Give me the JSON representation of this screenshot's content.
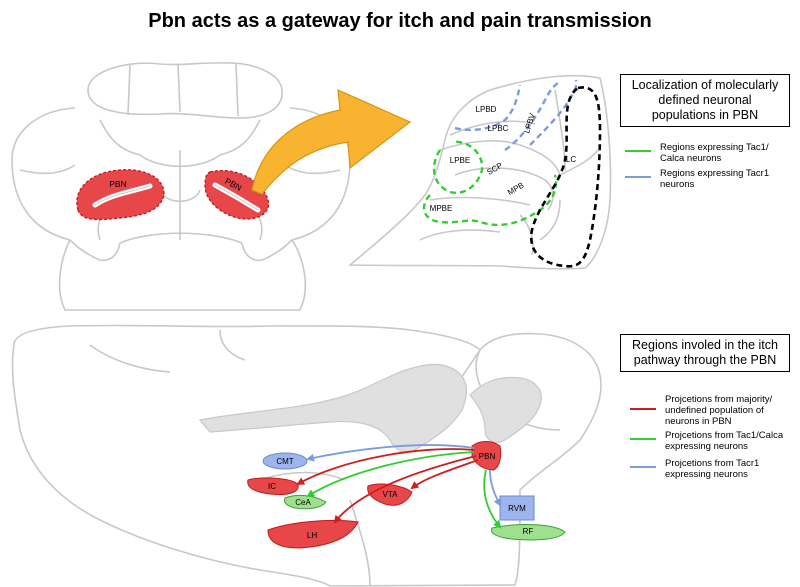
{
  "title": "Pbn acts as a gateway for itch and pain transmission",
  "colors": {
    "outline": "#c8c8c8",
    "pbn_red": "#e8474a",
    "red_arrow": "#cc2020",
    "green": "#33cc33",
    "green_fill": "#9fe08f",
    "blue": "#7a9be0",
    "blue_fill": "#9db4ee",
    "orange": "#f8b431",
    "grey_fill": "#e0e0e0",
    "black": "#000000"
  },
  "top_panel": {
    "pbn_left_label": "PBN",
    "pbn_right_label": "PBN",
    "subregions": {
      "lpbd": "LPBD",
      "lpbc": "LPBC",
      "lpbv": "LPBV",
      "lpbe": "LPBE",
      "scp": "SCP",
      "mpb": "MPB",
      "mpbe": "MPBE",
      "lc": "LC"
    },
    "legend_title": "Localization of molecularly defined neuronal populations in PBN",
    "legend_title_lines": [
      "Localization of molecularly",
      "defined neuronal",
      "populations in PBN"
    ],
    "legend": [
      {
        "lines": [
          "Regions expressing Tac1/",
          "Calca neurons"
        ],
        "color": "#33cc33"
      },
      {
        "lines": [
          "Regions expressing Tacr1",
          "neurons"
        ],
        "color": "#7a9be0"
      }
    ]
  },
  "bottom_panel": {
    "regions": {
      "pbn": "PBN",
      "cmt": "CMT",
      "ic": "IC",
      "cea": "CeA",
      "vta": "VTA",
      "lh": "LH",
      "rvm": "RVM",
      "rf": "RF"
    },
    "legend_title_lines": [
      "Regions involed in the itch",
      "pathway through the PBN"
    ],
    "legend": [
      {
        "lines": [
          "Projcetions from majority/",
          "undefined population of",
          "neurons in PBN"
        ],
        "color": "#cc2020"
      },
      {
        "lines": [
          "Projcetions from Tac1/Calca",
          "expressing neurons"
        ],
        "color": "#33cc33"
      },
      {
        "lines": [
          "Projcetions from Tacr1",
          "expressing neurons"
        ],
        "color": "#7a9be0"
      }
    ]
  }
}
